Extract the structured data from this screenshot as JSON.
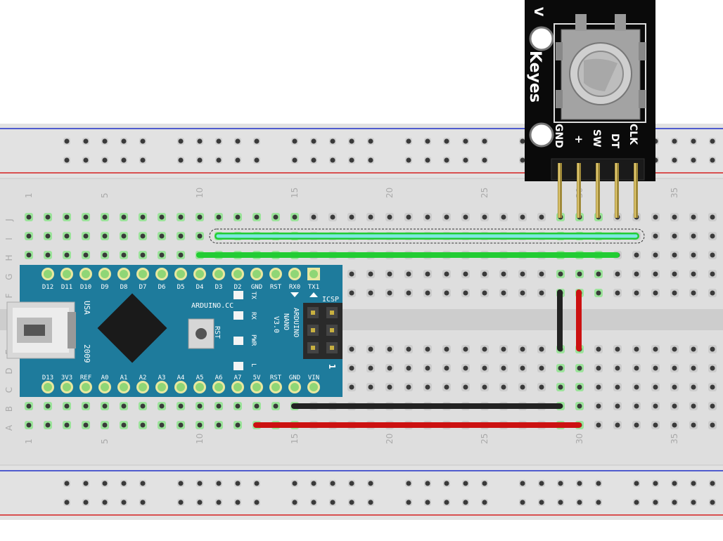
{
  "colors": {
    "board": "#e0e0e0",
    "rail_red": "#d42020",
    "rail_blue": "#2030c8",
    "nano_pcb": "#1e7b9c",
    "wire_green": "#22cc33",
    "wire_cyan": "#55ddcc",
    "wire_black": "#222222",
    "wire_red": "#cc1111",
    "encoder_pcb": "#0a0a0a"
  },
  "breadboard": {
    "column_numbers": [
      "1",
      "5",
      "10",
      "15",
      "20",
      "25",
      "30",
      "35"
    ],
    "row_letters_top": [
      "J",
      "I",
      "H",
      "G",
      "F"
    ],
    "row_letters_bottom": [
      "E",
      "D",
      "C",
      "B",
      "A"
    ]
  },
  "nano": {
    "top_pins": [
      "D12",
      "D11",
      "D10",
      "D9",
      "D8",
      "D7",
      "D6",
      "D5",
      "D4",
      "D3",
      "D2",
      "GND",
      "RST",
      "RX0",
      "TX1"
    ],
    "bottom_pins": [
      "D13",
      "3V3",
      "REF",
      "A0",
      "A1",
      "A2",
      "A3",
      "A4",
      "A5",
      "A6",
      "A7",
      "5V",
      "RST",
      "GND",
      "VIN"
    ],
    "brand": "ARDUINO.CC",
    "name_line1": "ARDUINO",
    "name_line2": "NANO",
    "name_line3": "V3.0",
    "usa": "USA",
    "year": "2009",
    "led_labels": [
      "TX",
      "RX",
      "PWR",
      "L"
    ],
    "rst_label": "RST",
    "icsp_label": "ICSP",
    "icsp_pin1": "1"
  },
  "encoder": {
    "brand": "Keyes",
    "pin_labels": [
      "GND",
      "+",
      "SW",
      "DT",
      "CLK"
    ],
    "corner_mark": "V"
  }
}
